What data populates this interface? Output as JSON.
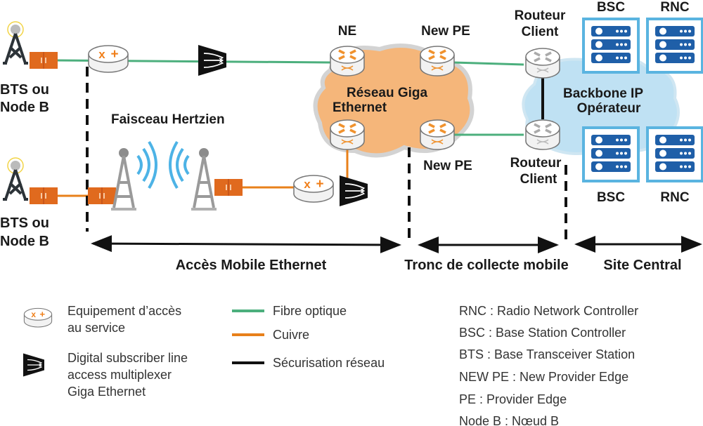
{
  "colors": {
    "fiber": "#4caf7d",
    "copper": "#e8801a",
    "security": "#111111",
    "giga_cloud": "#f5b67a",
    "backbone_cloud": "#bfe1f3",
    "server_blue": "#1f5fa8",
    "server_frame": "#5ab4e0",
    "wave": "#4db3e6",
    "modem": "#e06a1e"
  },
  "nodes": {
    "bts_top_label": [
      "BTS ou",
      "Node B"
    ],
    "bts_bottom_label": [
      "BTS ou",
      "Node B"
    ],
    "ne_label": "NE",
    "new_pe_top_label": "New PE",
    "new_pe_bottom_label": "New PE",
    "routeur_client_top_label": [
      "Routeur",
      "Client"
    ],
    "routeur_client_bottom_label": [
      "Routeur",
      "Client"
    ],
    "bsc_top_label": "BSC",
    "rnc_top_label": "RNC",
    "bsc_bottom_label": "BSC",
    "rnc_bottom_label": "RNC",
    "faisceau_label": "Faisceau Hertzien",
    "giga_cloud_label": [
      "Réseau Giga",
      "Ethernet"
    ],
    "backbone_cloud_label": [
      "Backbone IP",
      "Opérateur"
    ]
  },
  "zones": [
    {
      "label": "Accès Mobile Ethernet"
    },
    {
      "label": "Tronc de collecte mobile"
    },
    {
      "label": "Site Central"
    }
  ],
  "legend": {
    "icons": [
      {
        "icon": "service-access-equipment-icon",
        "label": [
          "Equipement d’accès",
          "au service"
        ]
      },
      {
        "icon": "dslam-icon",
        "label": [
          "Digital subscriber line",
          "access multiplexer",
          "Giga Ethernet"
        ]
      }
    ],
    "lines": [
      {
        "color_key": "fiber",
        "label": "Fibre optique"
      },
      {
        "color_key": "copper",
        "label": "Cuivre"
      },
      {
        "color_key": "security",
        "label": "Sécurisation réseau"
      }
    ],
    "abbreviations": [
      "RNC : Radio Network Controller",
      "BSC : Base Station Controller",
      "BTS : Base Transceiver Station",
      "NEW PE : New Provider Edge",
      "PE : Provider Edge",
      "Node B : Nœud B"
    ]
  }
}
